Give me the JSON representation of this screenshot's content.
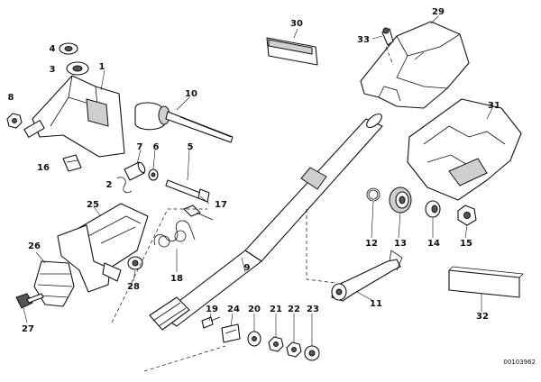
{
  "diagram": {
    "reference_code": "00103962",
    "callouts": [
      {
        "id": "c1",
        "text": "1"
      },
      {
        "id": "c2",
        "text": "2"
      },
      {
        "id": "c3",
        "text": "3"
      },
      {
        "id": "c4",
        "text": "4"
      },
      {
        "id": "c5",
        "text": "5"
      },
      {
        "id": "c6",
        "text": "6"
      },
      {
        "id": "c7",
        "text": "7"
      },
      {
        "id": "c8",
        "text": "8"
      },
      {
        "id": "c9",
        "text": "9"
      },
      {
        "id": "c10",
        "text": "10"
      },
      {
        "id": "c11",
        "text": "11"
      },
      {
        "id": "c12",
        "text": "12"
      },
      {
        "id": "c13",
        "text": "13"
      },
      {
        "id": "c14",
        "text": "14"
      },
      {
        "id": "c15",
        "text": "15"
      },
      {
        "id": "c16",
        "text": "16"
      },
      {
        "id": "c17",
        "text": "17"
      },
      {
        "id": "c18",
        "text": "18"
      },
      {
        "id": "c19",
        "text": "19"
      },
      {
        "id": "c20",
        "text": "20"
      },
      {
        "id": "c21",
        "text": "21"
      },
      {
        "id": "c22",
        "text": "22"
      },
      {
        "id": "c23",
        "text": "23"
      },
      {
        "id": "c24",
        "text": "24"
      },
      {
        "id": "c25",
        "text": "25"
      },
      {
        "id": "c26",
        "text": "26"
      },
      {
        "id": "c27",
        "text": "27"
      },
      {
        "id": "c28",
        "text": "28"
      },
      {
        "id": "c29",
        "text": "29"
      },
      {
        "id": "c30",
        "text": "30"
      },
      {
        "id": "c31",
        "text": "31"
      },
      {
        "id": "c32",
        "text": "32"
      },
      {
        "id": "c33",
        "text": "33"
      }
    ]
  }
}
